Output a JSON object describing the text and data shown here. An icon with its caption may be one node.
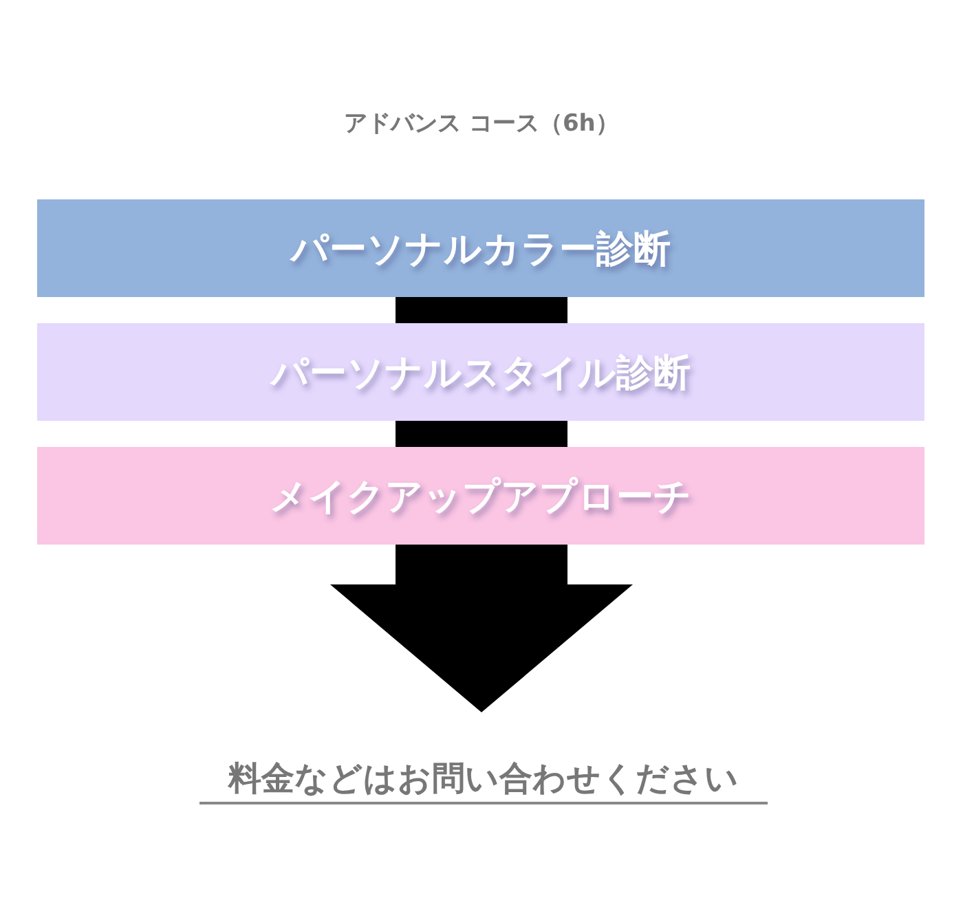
{
  "diagram": {
    "title": "アドバンス コース（6h）",
    "nodes": [
      {
        "text": [
          "パーソナルカラー診断"
        ]
      },
      {
        "text": [
          "パーソナルスタイル診断"
        ]
      },
      {
        "text": [
          "メイクアップアプローチ"
        ]
      },
      {
        "text": [
          "料金などはお問い合わせください"
        ]
      }
    ],
    "edges": [
      {
        "from": 0,
        "to": 1,
        "arrow": "none"
      },
      {
        "from": 1,
        "to": 2,
        "arrow": "none"
      },
      {
        "from": 2,
        "to": 3,
        "arrow": "to"
      }
    ]
  }
}
